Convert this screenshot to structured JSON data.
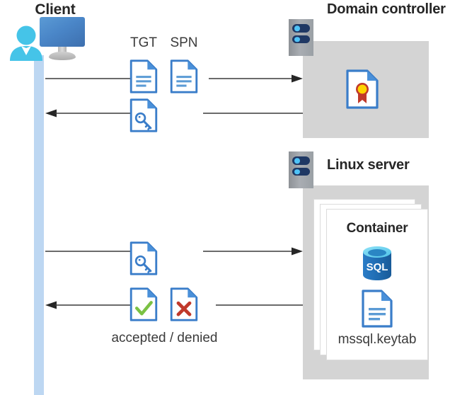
{
  "diagram": {
    "title_client": "Client",
    "title_domain_controller": "Domain controller",
    "title_linux_server": "Linux server",
    "title_container": "Container",
    "label_tgt": "TGT",
    "label_spn": "SPN",
    "label_accepted_denied": "accepted / denied",
    "label_keytab": "mssql.keytab",
    "label_sql": "SQL",
    "icons": {
      "client_user": "user-icon",
      "client_monitor": "monitor-icon",
      "server_rack_dc": "server-rack-icon",
      "server_rack_linux": "server-rack-icon",
      "certificate": "certificate-document-icon",
      "document_tgt": "text-document-icon",
      "document_spn": "text-document-icon",
      "ticket_key_request": "key-document-icon",
      "ticket_key_present": "key-document-icon",
      "accepted": "check-document-icon",
      "denied": "x-document-icon",
      "sql_database": "sql-database-icon",
      "keytab_document": "text-document-icon"
    },
    "arrows": [
      {
        "name": "client-to-dc-request",
        "direction": "right"
      },
      {
        "name": "dc-to-client-ticket",
        "direction": "left"
      },
      {
        "name": "client-to-linux-ticket",
        "direction": "right"
      },
      {
        "name": "linux-to-client-result",
        "direction": "left"
      }
    ],
    "colors": {
      "lifeline": "#bdd7f2",
      "panel_gray": "#d4d4d4",
      "doc_blue": "#3a7dc9",
      "doc_fold": "#4a90d9",
      "accent_cyan": "#4fc3f7",
      "rack_navy": "#1f3864",
      "check_green": "#7ac143",
      "x_red": "#c0392b",
      "cert_gold": "#ffd400",
      "cert_ribbon": "#c0392b",
      "sql_blue": "#1f6bb0",
      "arrow": "#3a3a3a",
      "text": "#262626"
    }
  }
}
